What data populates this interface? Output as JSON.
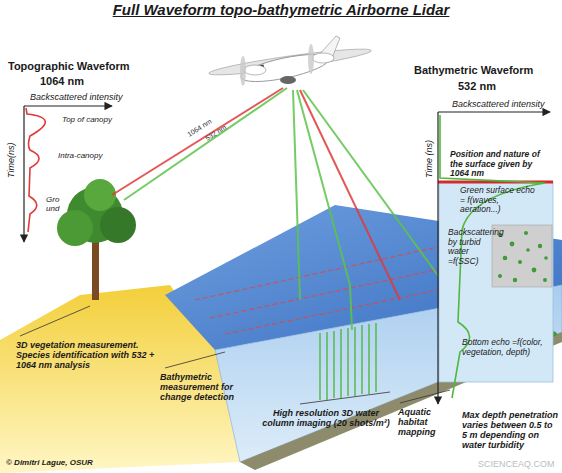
{
  "diagram": {
    "title": "Full Waveform topo-bathymetric Airborne Lidar",
    "nodes": [
      {
        "text": [
          "Position and nature of the surface given by 1064 nm",
          "Green surface echo = f(waves, aeration...)",
          "Backscattering by turbid water =f(SSC)",
          "Bottom echo =f(color, vegetation, depth)"
        ]
      }
    ],
    "labels": [
      "Topographic Waveform",
      "1064 nm",
      "Backscattered intensity",
      "Time(ns)",
      "Top of canopy",
      "Intra-canopy",
      "Gro und",
      "1064 nm",
      "532 nm",
      "Bathymetric Waveform",
      "532 nm",
      "Backscattered intensity",
      "Time (ns)",
      "3D vegetation measurement. Species identification with 532 + 1064 nm analysis",
      "Bathymetric measurement for change detection",
      "High resolution 3D water column imaging (20 shots/m²)",
      "Aquatic habitat mapping",
      "Max depth penetration varies between 0.5 to 5 m depending on water turbidity",
      "© Dimitri Lague, OSUR",
      "SCIENCEAQ.COM"
    ]
  }
}
